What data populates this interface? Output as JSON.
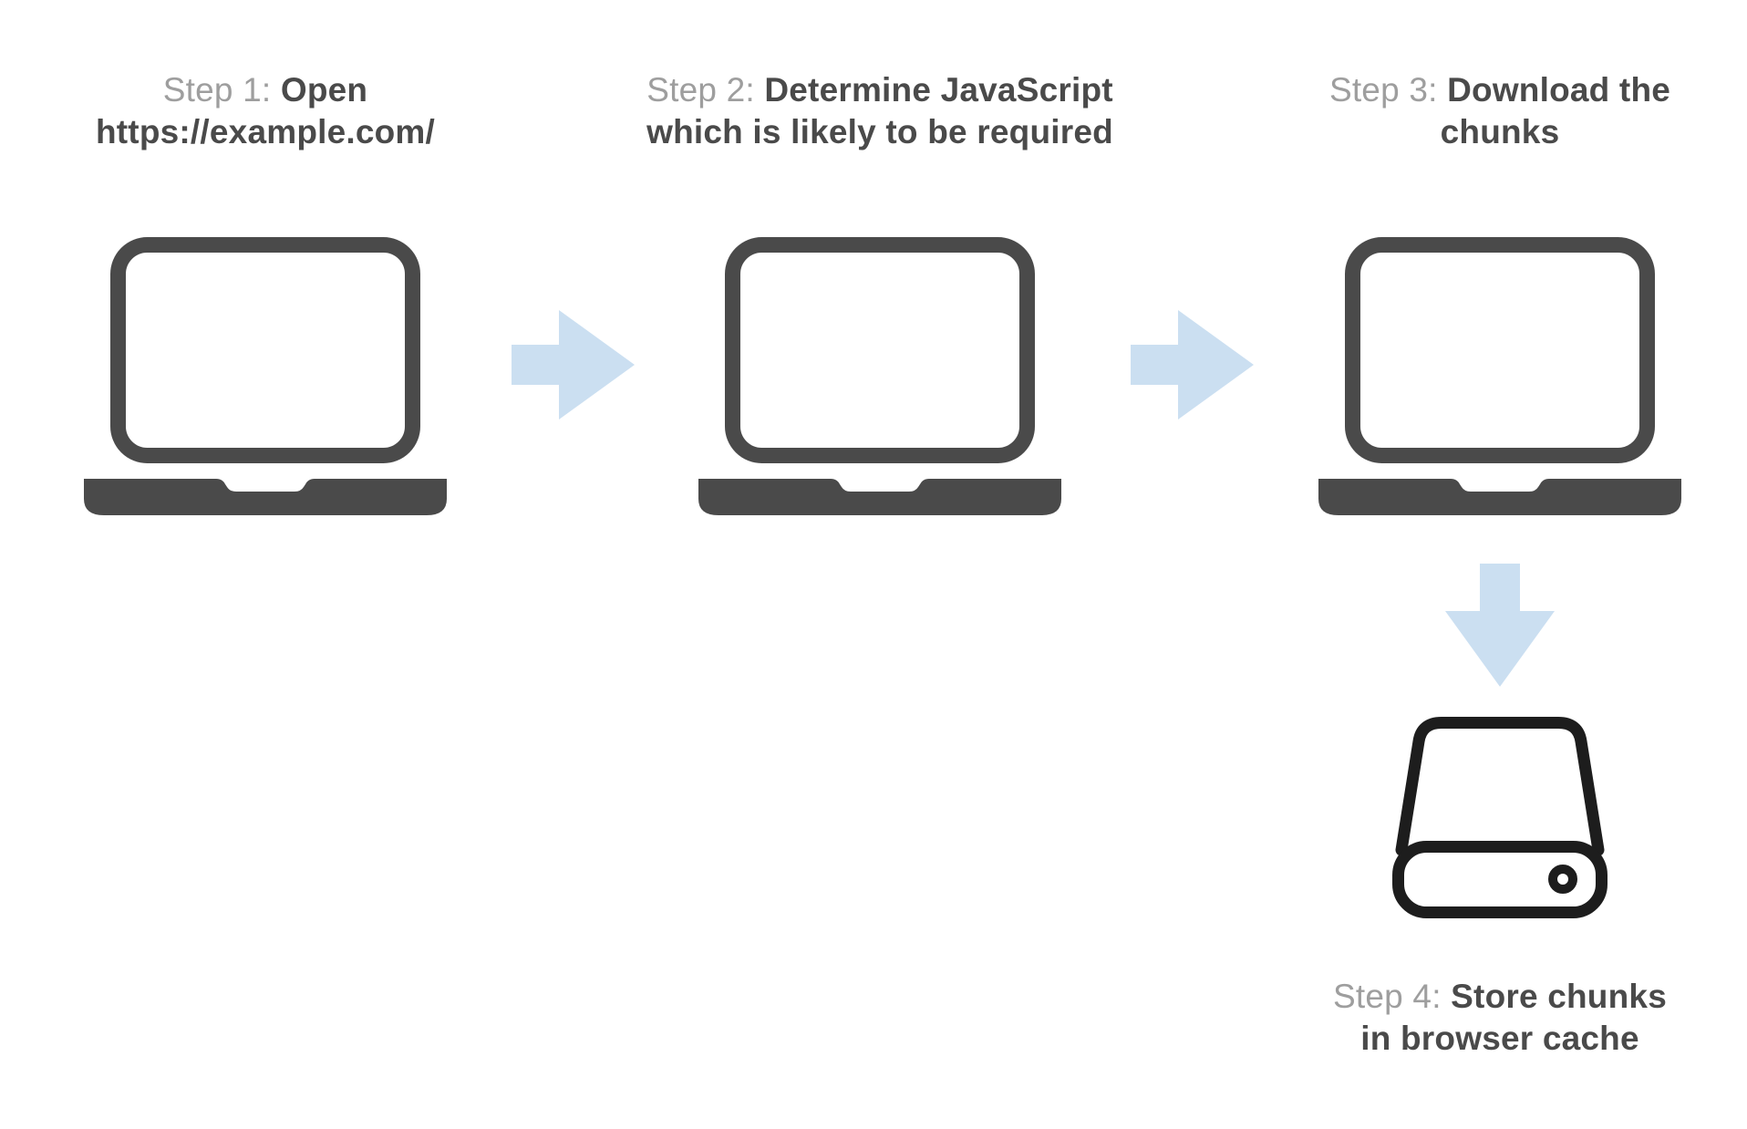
{
  "colors": {
    "background": "#ffffff",
    "icon_dark_gray": "#4a4a4a",
    "drive_outline": "#1d1d1d",
    "arrow_blue": "#cbdff1",
    "step_label_gray": "#9e9e9e",
    "heading_dark": "#4a4a4a"
  },
  "steps": [
    {
      "label": "Step 1:",
      "bold_line1": "Open",
      "bold_line2": "https://example.com/",
      "icon": "laptop-icon"
    },
    {
      "label": "Step 2:",
      "bold_line1": "Determine JavaScript",
      "bold_line2": "which is likely to be required",
      "icon": "laptop-icon"
    },
    {
      "label": "Step 3:",
      "bold_line1": "Download the",
      "bold_line2": "chunks",
      "icon": "laptop-icon"
    },
    {
      "label": "Step 4:",
      "bold_line1": "Store chunks",
      "bold_line2": "in browser cache",
      "icon": "hard-drive-icon"
    }
  ],
  "arrows": [
    {
      "from": "step-1",
      "to": "step-2",
      "direction": "right"
    },
    {
      "from": "step-2",
      "to": "step-3",
      "direction": "right"
    },
    {
      "from": "step-3",
      "to": "step-4",
      "direction": "down"
    }
  ]
}
